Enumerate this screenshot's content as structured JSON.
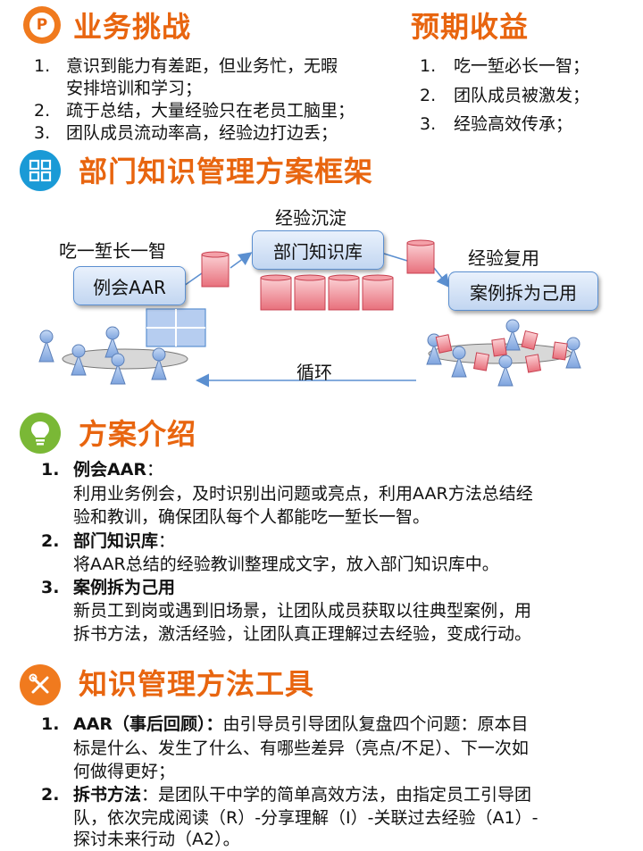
{
  "challenges": {
    "title": "业务挑战",
    "items": [
      {
        "num": "1.",
        "lines": [
          "意识到能力有差距，但业务忙，无暇",
          "安排培训和学习；"
        ]
      },
      {
        "num": "2.",
        "lines": [
          "疏于总结，大量经验只在老员工脑里；"
        ]
      },
      {
        "num": "3.",
        "lines": [
          "团队成员流动率高，经验边打边丢；"
        ]
      }
    ]
  },
  "benefits": {
    "title": "预期收益",
    "items": [
      {
        "num": "1.",
        "text": "吃一堑必长一智；"
      },
      {
        "num": "2.",
        "text": "团队成员被激发；"
      },
      {
        "num": "3.",
        "text": "经验高效传承；"
      }
    ]
  },
  "framework": {
    "title": "部门知识管理方案框架",
    "label_learn": "吃一堑长一智",
    "label_settle": "经验沉淀",
    "label_reuse": "经验复用",
    "label_cycle": "循环",
    "box_meeting": "例会AAR",
    "box_library": "部门知识库",
    "box_cases": "案例拆为己用"
  },
  "intro": {
    "title": "方案介绍",
    "items": [
      {
        "num": "1.",
        "heading": "例会AAR",
        "suffix": "：",
        "lines": [
          "利用业务例会，及时识别出问题或亮点，利用AAR方法总结经",
          "验和教训，确保团队每个人都能吃一堑长一智。"
        ]
      },
      {
        "num": "2.",
        "heading": "部门知识库",
        "suffix": "：",
        "lines": [
          "将AAR总结的经验教训整理成文字，放入部门知识库中。"
        ]
      },
      {
        "num": "3.",
        "heading": "案例拆为己用",
        "suffix": "",
        "lines": [
          "新员工到岗或遇到旧场景，让团队成员获取以往典型案例，用",
          "拆书方法，激活经验，让团队真正理解过去经验，变成行动。"
        ]
      }
    ]
  },
  "tools": {
    "title": "知识管理方法工具",
    "items": [
      {
        "num": "1.",
        "heading": "AAR（事后回顾）：",
        "first": "由引导员引导团队复盘四个问题：原本目",
        "lines": [
          "标是什么、发生了什么、有哪些差异（亮点/不足）、下一次如",
          "何做得更好；"
        ]
      },
      {
        "num": "2.",
        "heading": "拆书方法",
        "first": "：是团队干中学的简单高效方法，由指定员工引导团",
        "lines": [
          "队，依次完成阅读（R）-分享理解（I）-关联过去经验（A1）-",
          "探讨未来行动（A2）。"
        ]
      }
    ]
  },
  "colors": {
    "heading": "#e8650f",
    "box": "#c2d6f1",
    "paper": "#f4a0a8",
    "person": "#9ab9e8",
    "arrow": "#5b8fd0"
  }
}
